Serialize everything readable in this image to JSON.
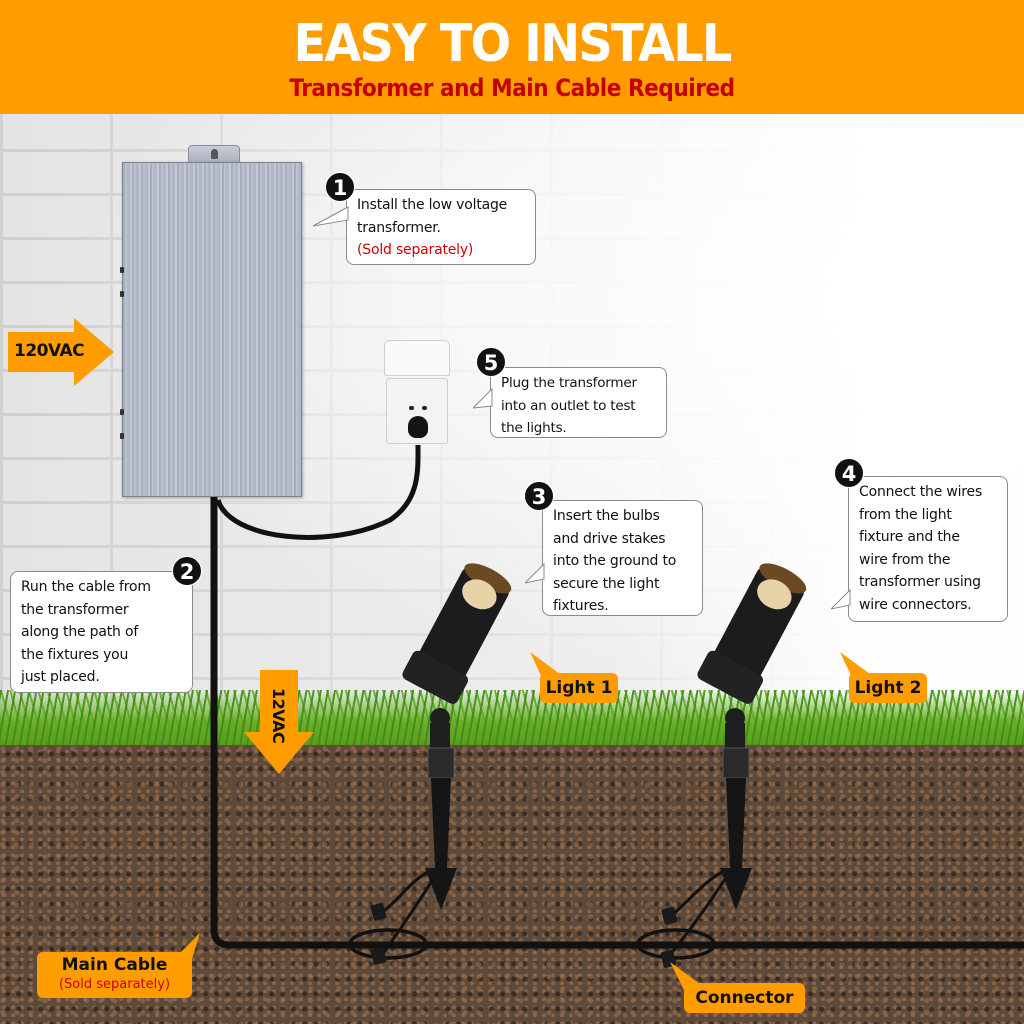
{
  "header": {
    "title": "EASY TO INSTALL",
    "subtitle": "Transformer and Main Cable Required",
    "background_color": "#ff9c00",
    "subtitle_color": "#c40000"
  },
  "voltage_labels": {
    "input": "120VAC",
    "output": "12VAC"
  },
  "steps": [
    {
      "number": "1",
      "lines": [
        "Install the low voltage",
        "transformer."
      ],
      "note": "(Sold separately)"
    },
    {
      "number": "2",
      "lines": [
        "Run the cable from",
        "the transformer",
        "along the path of",
        "the fixtures you",
        "just placed."
      ]
    },
    {
      "number": "3",
      "lines": [
        "Insert the bulbs",
        "and drive  stakes",
        "into the ground to",
        "secure the light",
        "fixtures."
      ]
    },
    {
      "number": "4",
      "lines": [
        "Connect the wires",
        "from the light",
        "fixture and the",
        "wire from the",
        "transformer using",
        "wire connectors."
      ]
    },
    {
      "number": "5",
      "lines": [
        "Plug the transformer",
        "into an outlet to test",
        "the lights."
      ]
    }
  ],
  "tags": {
    "light1": "Light 1",
    "light2": "Light 2",
    "connector": "Connector",
    "main_cable": "Main Cable",
    "main_cable_note": "(Sold separately)"
  },
  "colors": {
    "accent_orange": "#ff9c00",
    "note_red": "#d10000",
    "badge_black": "#111111"
  }
}
